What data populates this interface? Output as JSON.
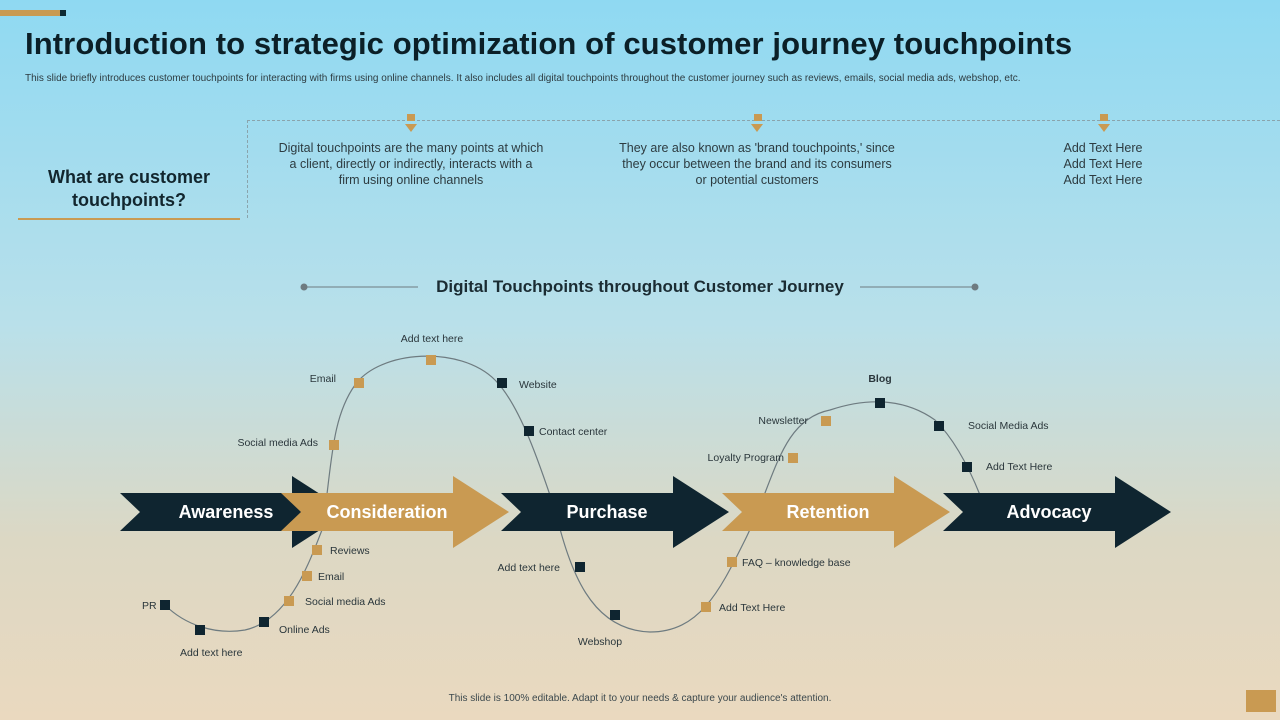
{
  "header": {
    "title": "Introduction to strategic optimization of customer journey touchpoints",
    "subtitle": "This slide briefly introduces customer touchpoints for interacting with firms using online channels. It also includes all digital touchpoints throughout the customer journey such as reviews, emails, social media ads, webshop, etc."
  },
  "intro": {
    "question": "What are customer touchpoints?",
    "columns": [
      {
        "lines": [
          "Digital touchpoints are the many points at which",
          "a client, directly or indirectly, interacts with a",
          "firm using online channels"
        ]
      },
      {
        "lines": [
          "They are also known as 'brand touchpoints,' since",
          "they occur between the brand and its consumers",
          "or potential customers"
        ]
      },
      {
        "lines": [
          "Add Text Here",
          "Add Text Here",
          "Add Text Here"
        ]
      }
    ]
  },
  "journey": {
    "title": "Digital Touchpoints throughout Customer Journey",
    "stages": [
      "Awareness",
      "Consideration",
      "Purchase",
      "Retention",
      "Advocacy"
    ],
    "touchpoints": [
      {
        "label": "PR",
        "color": "dark"
      },
      {
        "label": "Add text here",
        "color": "dark"
      },
      {
        "label": "Online Ads",
        "color": "dark"
      },
      {
        "label": "Social media Ads",
        "color": "gold"
      },
      {
        "label": "Email",
        "color": "gold"
      },
      {
        "label": "Reviews",
        "color": "gold"
      },
      {
        "label": "Social media Ads",
        "color": "gold"
      },
      {
        "label": "Email",
        "color": "gold"
      },
      {
        "label": "Add text here",
        "color": "gold"
      },
      {
        "label": "Website",
        "color": "dark"
      },
      {
        "label": "Contact center",
        "color": "dark"
      },
      {
        "label": "Add text here",
        "color": "dark"
      },
      {
        "label": "Webshop",
        "color": "dark"
      },
      {
        "label": "Add Text Here",
        "color": "gold"
      },
      {
        "label": "FAQ – knowledge base",
        "color": "gold"
      },
      {
        "label": "Loyalty Program",
        "color": "gold"
      },
      {
        "label": "Newsletter",
        "color": "gold"
      },
      {
        "label": "Blog",
        "color": "dark"
      },
      {
        "label": "Social Media Ads",
        "color": "dark"
      },
      {
        "label": "Add Text Here",
        "color": "dark"
      }
    ]
  },
  "footer": {
    "text": "This slide is 100% editable. Adapt it to your needs & capture your audience's attention."
  },
  "colors": {
    "dark": "#0f2530",
    "gold": "#c99a52",
    "curve": "#6e7b80"
  }
}
